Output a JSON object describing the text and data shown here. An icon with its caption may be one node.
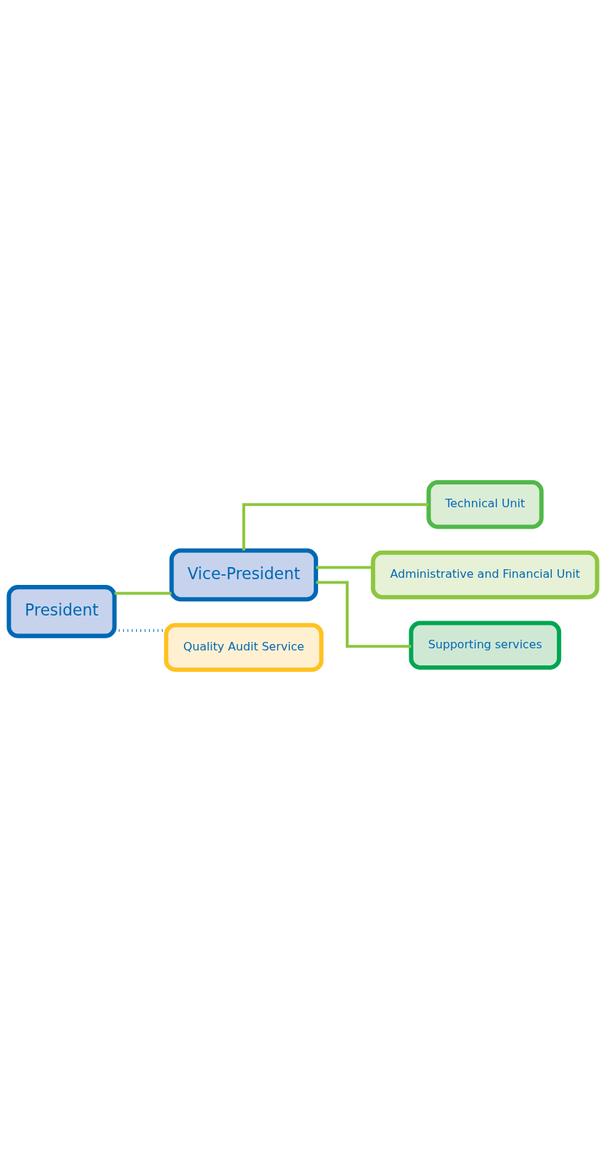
{
  "diagram": {
    "nodes": [
      {
        "text": [
          "President"
        ]
      },
      {
        "text": [
          "Vice-President"
        ]
      },
      {
        "text": [
          "Quality Audit Service"
        ]
      },
      {
        "text": [
          "Technical Unit"
        ]
      },
      {
        "text": [
          "Administrative and Financial Unit"
        ]
      },
      {
        "text": [
          "Supporting services"
        ]
      }
    ],
    "edges": [
      {
        "from": 0,
        "to": 1,
        "arrow": "none"
      },
      {
        "from": 0,
        "to": 2,
        "arrow": "none",
        "style": "dashed",
        "color": "#0068b5"
      },
      {
        "from": 1,
        "to": 3,
        "arrow": "none"
      },
      {
        "from": 1,
        "to": 4,
        "arrow": "none"
      },
      {
        "from": 1,
        "to": 5,
        "arrow": "none"
      }
    ]
  }
}
